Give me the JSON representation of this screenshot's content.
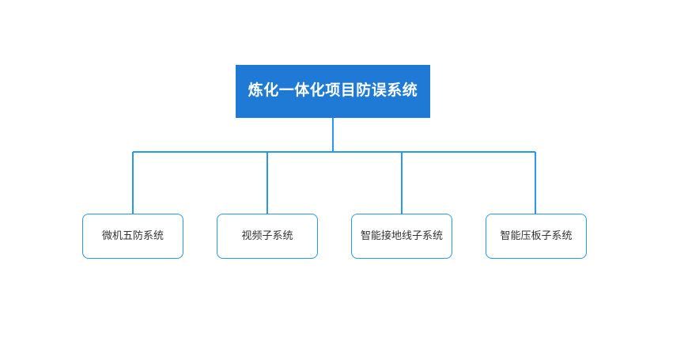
{
  "diagram": {
    "type": "organization-tree",
    "background_color": "#ffffff",
    "root": {
      "label": "炼化一体化项目防误系统",
      "fill_color": "#1f7ad6",
      "text_color": "#ffffff"
    },
    "children": [
      {
        "label": "微机五防系统"
      },
      {
        "label": "视频子系统"
      },
      {
        "label": "智能接地线子系统"
      },
      {
        "label": "智能压板子系统"
      }
    ],
    "connector": {
      "color": "#2a97ea",
      "stroke_width": 2
    },
    "child_style": {
      "border_color": "#2a97ea",
      "fill_color": "#ffffff",
      "text_color": "#333333"
    }
  }
}
